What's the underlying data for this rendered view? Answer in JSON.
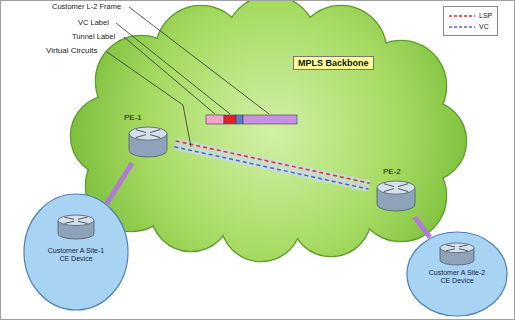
{
  "diagram": {
    "nodes": [
      {
        "text": [
          "MPLS Backbone"
        ]
      },
      {
        "text": [
          "PE-1"
        ]
      },
      {
        "text": [
          "PE-2"
        ]
      },
      {
        "text": [
          "Customer A Site-1 CE Device"
        ]
      },
      {
        "text": [
          "Customer A Site-2 CE Device"
        ]
      }
    ],
    "edges": [
      {
        "from": 1,
        "to": 3,
        "arrow": "none"
      },
      {
        "from": 2,
        "to": 4,
        "arrow": "none"
      },
      {
        "from": 1,
        "to": 2,
        "arrow": "none"
      },
      {
        "from": 1,
        "to": 2,
        "arrow": "none"
      }
    ],
    "labels": [
      "Customer L-2 Frame",
      "VC Label",
      "Tunnel Label",
      "Virtual Circuits"
    ],
    "legend": [
      {
        "text": "LSP"
      },
      {
        "text": "VC"
      }
    ]
  }
}
